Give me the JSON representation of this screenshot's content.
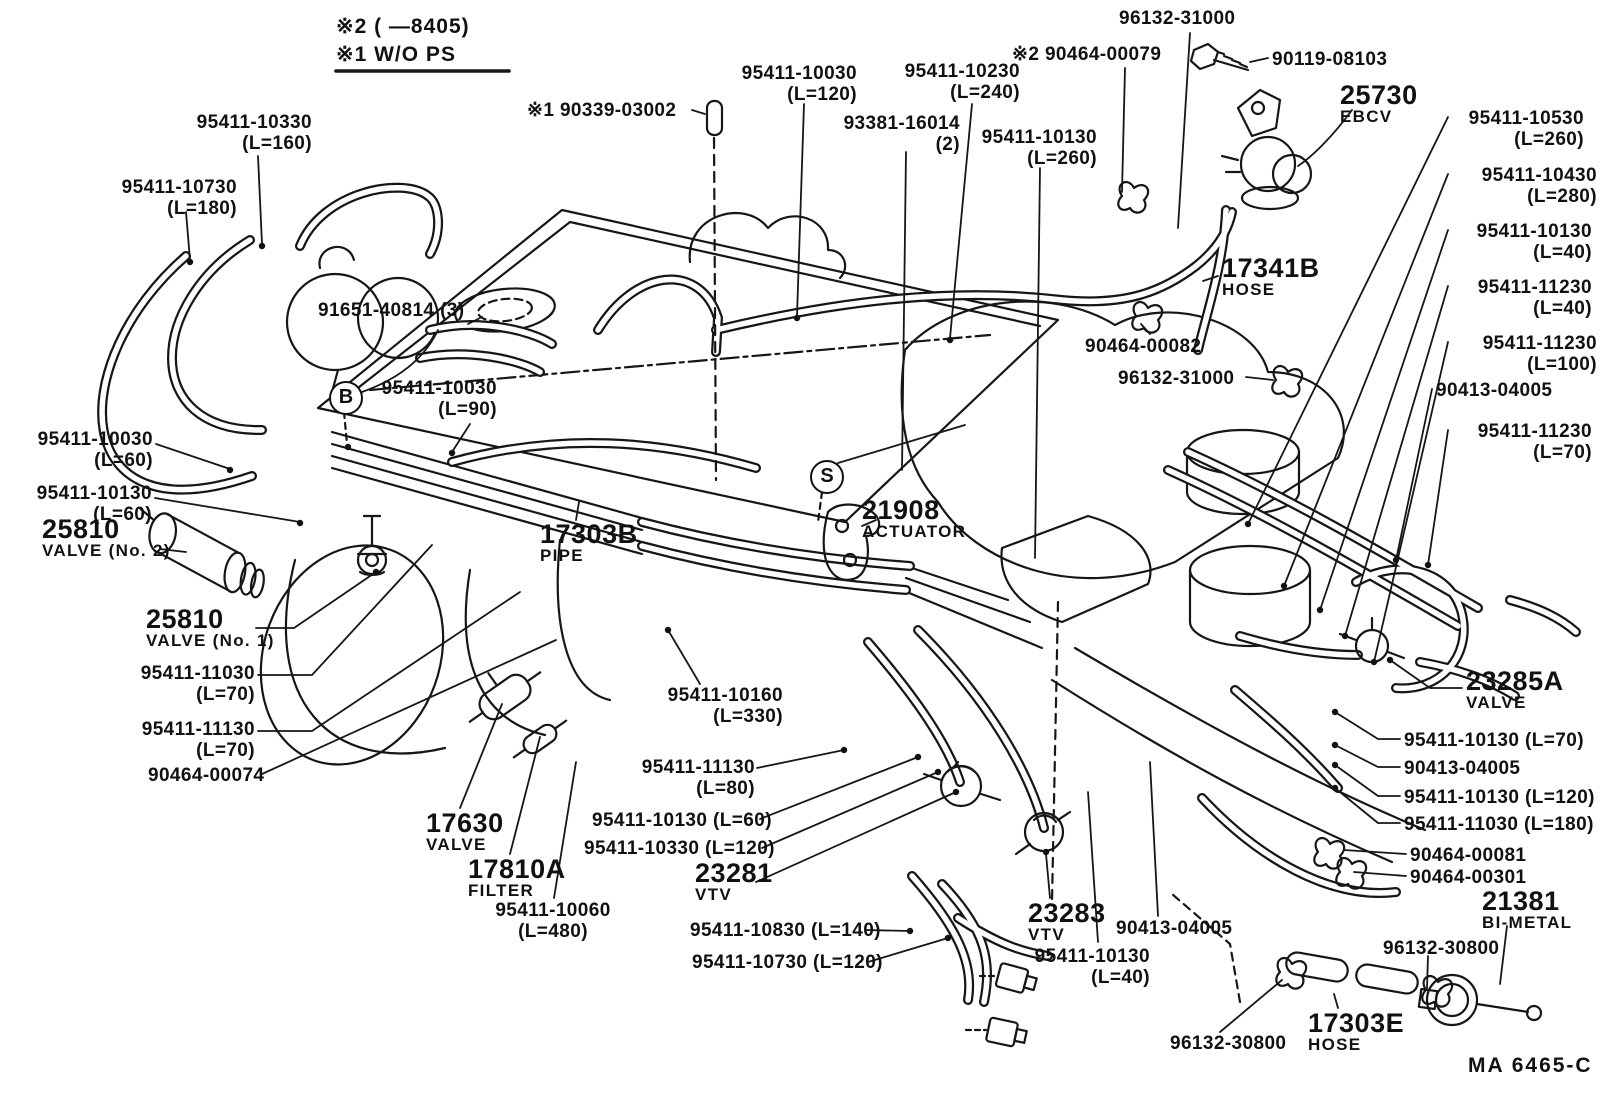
{
  "diagram": {
    "colors": {
      "ink": "#111111",
      "paper": "#ffffff"
    },
    "notes": {
      "l1": "※2 (        —8405)",
      "l2": "※1 W/O PS"
    },
    "callouts": {
      "b": "B",
      "s": "S"
    },
    "ref_code": "MA  6465-C",
    "labels": [
      {
        "id": "note-8405",
        "l1": "※2 (        —8405)"
      },
      {
        "id": "note-wo-ps",
        "l1": "※1 W/O PS"
      },
      {
        "id": "95411-10330-L160",
        "l1": "95411-10330",
        "l2": "(L=160)"
      },
      {
        "id": "95411-10730-L180",
        "l1": "95411-10730",
        "l2": "(L=180)"
      },
      {
        "id": "90339-03002",
        "l1": "※1 90339-03002"
      },
      {
        "id": "95411-10030-L120-top",
        "l1": "95411-10030",
        "l2": "(L=120)"
      },
      {
        "id": "95411-10230-L240",
        "l1": "95411-10230",
        "l2": "(L=240)"
      },
      {
        "id": "93381-16014",
        "l1": "93381-16014",
        "l2": "(2)"
      },
      {
        "id": "95411-10130-L260",
        "l1": "95411-10130",
        "l2": "(L=260)"
      },
      {
        "id": "90464-00079",
        "l1": "※2 90464-00079"
      },
      {
        "id": "96132-31000-top",
        "l1": "96132-31000"
      },
      {
        "id": "90119-08103",
        "l1": "90119-08103"
      },
      {
        "id": "25730-ebcv",
        "l1": "25730",
        "l2": "EBCV"
      },
      {
        "id": "95411-10530-L260",
        "l1": "95411-10530",
        "l2": "(L=260)"
      },
      {
        "id": "95411-10430-L280",
        "l1": "95411-10430",
        "l2": "(L=280)"
      },
      {
        "id": "95411-10130-L40-right",
        "l1": "95411-10130",
        "l2": "(L=40)"
      },
      {
        "id": "95411-11230-L40",
        "l1": "95411-11230",
        "l2": "(L=40)"
      },
      {
        "id": "95411-11230-L100",
        "l1": "95411-11230",
        "l2": "(L=100)"
      },
      {
        "id": "90413-04005-right",
        "l1": "90413-04005"
      },
      {
        "id": "95411-11230-L70",
        "l1": "95411-11230",
        "l2": "(L=70)"
      },
      {
        "id": "17341b-hose",
        "l1": "17341B",
        "l2": "HOSE"
      },
      {
        "id": "90464-00082",
        "l1": "90464-00082"
      },
      {
        "id": "96132-31000-mid",
        "l1": "96132-31000"
      },
      {
        "id": "91651-40814",
        "l1": "91651-40814 (3)"
      },
      {
        "id": "95411-10030-L90",
        "l1": "95411-10030",
        "l2": "(L=90)"
      },
      {
        "id": "95411-10030-L60",
        "l1": "95411-10030",
        "l2": "(L=60)"
      },
      {
        "id": "95411-10130-L60-left",
        "l1": "95411-10130",
        "l2": "(L=60)"
      },
      {
        "id": "25810-valve-no2",
        "l1": "25810",
        "l2": "VALVE (No. 2)"
      },
      {
        "id": "17303b-pipe",
        "l1": "17303B",
        "l2": "PIPE"
      },
      {
        "id": "21908-actuator",
        "l1": "21908",
        "l2": "ACTUATOR"
      },
      {
        "id": "25810-valve-no1",
        "l1": "25810",
        "l2": "VALVE (No. 1)"
      },
      {
        "id": "95411-11030-L70",
        "l1": "95411-11030",
        "l2": "(L=70)"
      },
      {
        "id": "95411-11130-L70",
        "l1": "95411-11130",
        "l2": "(L=70)"
      },
      {
        "id": "90464-00074",
        "l1": "90464-00074"
      },
      {
        "id": "95411-10160-L330",
        "l1": "95411-10160",
        "l2": "(L=330)"
      },
      {
        "id": "17630-valve",
        "l1": "17630",
        "l2": "VALVE"
      },
      {
        "id": "17810a-filter",
        "l1": "17810A",
        "l2": "FILTER"
      },
      {
        "id": "95411-10060-L480",
        "l1": "95411-10060",
        "l2": "(L=480)"
      },
      {
        "id": "95411-11130-L80",
        "l1": "95411-11130",
        "l2": "(L=80)"
      },
      {
        "id": "95411-10130-L60-mid",
        "l1": "95411-10130 (L=60)"
      },
      {
        "id": "95411-10330-L120",
        "l1": "95411-10330 (L=120)"
      },
      {
        "id": "23281-vtv",
        "l1": "23281",
        "l2": "VTV"
      },
      {
        "id": "95411-10830-L140",
        "l1": "95411-10830 (L=140)"
      },
      {
        "id": "95411-10730-L120",
        "l1": "95411-10730 (L=120)"
      },
      {
        "id": "23283-vtv",
        "l1": "23283",
        "l2": "VTV"
      },
      {
        "id": "90413-04005-bottom",
        "l1": "90413-04005"
      },
      {
        "id": "95411-10130-L40-bottom",
        "l1": "95411-10130",
        "l2": "(L=40)"
      },
      {
        "id": "96132-30800-left",
        "l1": "96132-30800"
      },
      {
        "id": "17303e-hose",
        "l1": "17303E",
        "l2": "HOSE"
      },
      {
        "id": "96132-30800-right",
        "l1": "96132-30800"
      },
      {
        "id": "21381-bimetal",
        "l1": "21381",
        "l2": "BI-METAL"
      },
      {
        "id": "90464-00081",
        "l1": "90464-00081"
      },
      {
        "id": "90464-00301",
        "l1": "90464-00301"
      },
      {
        "id": "23285a-valve",
        "l1": "23285A",
        "l2": "VALVE"
      },
      {
        "id": "95411-10130-L70-right",
        "l1": "95411-10130 (L=70)"
      },
      {
        "id": "90413-04005-right2",
        "l1": "90413-04005"
      },
      {
        "id": "95411-10130-L120-right",
        "l1": "95411-10130 (L=120)"
      },
      {
        "id": "95411-11030-L180",
        "l1": "95411-11030 (L=180)"
      },
      {
        "id": "ma-code",
        "l1": "MA  6465-C"
      }
    ]
  }
}
